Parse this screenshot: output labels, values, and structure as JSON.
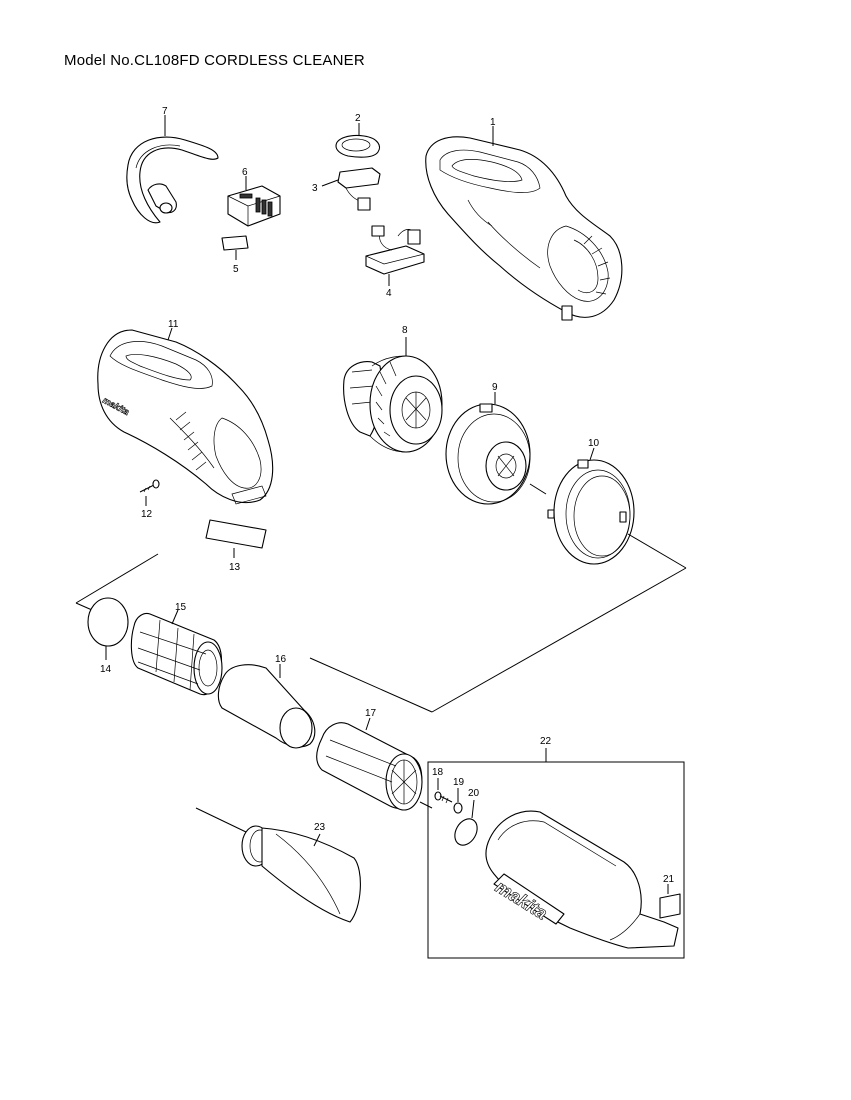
{
  "title": "Model No.CL108FD CORDLESS CLEANER",
  "brand_mark": "makita",
  "part_numbers": [
    "1",
    "2",
    "3",
    "4",
    "5",
    "6",
    "7",
    "8",
    "9",
    "10",
    "11",
    "12",
    "13",
    "14",
    "15",
    "16",
    "17",
    "18",
    "19",
    "20",
    "21",
    "22",
    "23"
  ]
}
